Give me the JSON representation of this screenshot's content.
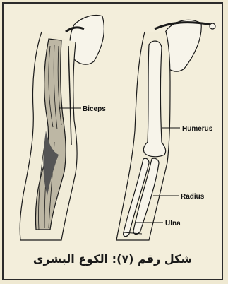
{
  "labels": {
    "biceps": "Biceps",
    "humerus": "Humerus",
    "radius": "Radius",
    "ulna": "Ulna"
  },
  "caption": "شكل رقم (٧):  الكوع البشرى",
  "colors": {
    "background": "#f3eedb",
    "ink": "#1a1a1a",
    "bone": "#f7f4ea",
    "muscle_shade": "#555555"
  }
}
